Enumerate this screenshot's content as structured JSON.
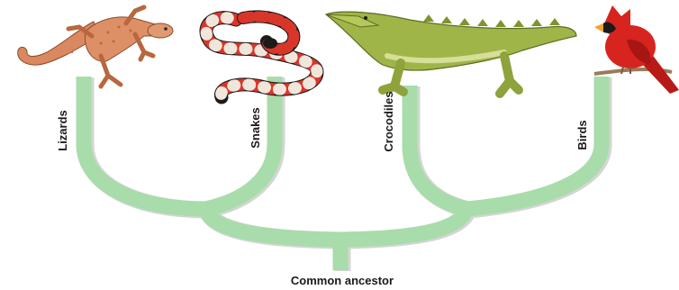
{
  "diagram": {
    "type": "cladogram",
    "taxa": [
      {
        "id": "lizards",
        "label": "Lizards"
      },
      {
        "id": "snakes",
        "label": "Snakes"
      },
      {
        "id": "crocodiles",
        "label": "Crocodiles"
      },
      {
        "id": "birds",
        "label": "Birds"
      }
    ],
    "root_label": "Common ancestor",
    "colors": {
      "branch": "#a8dcaa",
      "branch_edge": "#cfd3cf",
      "lizard": "#d9885f",
      "snake_red": "#d9362a",
      "snake_black": "#1b1b1b",
      "crocodile": "#9fb548",
      "cardinal": "#d7241f"
    },
    "icons": [
      "lizard-illustration",
      "snake-illustration",
      "crocodile-illustration",
      "cardinal-illustration"
    ]
  }
}
